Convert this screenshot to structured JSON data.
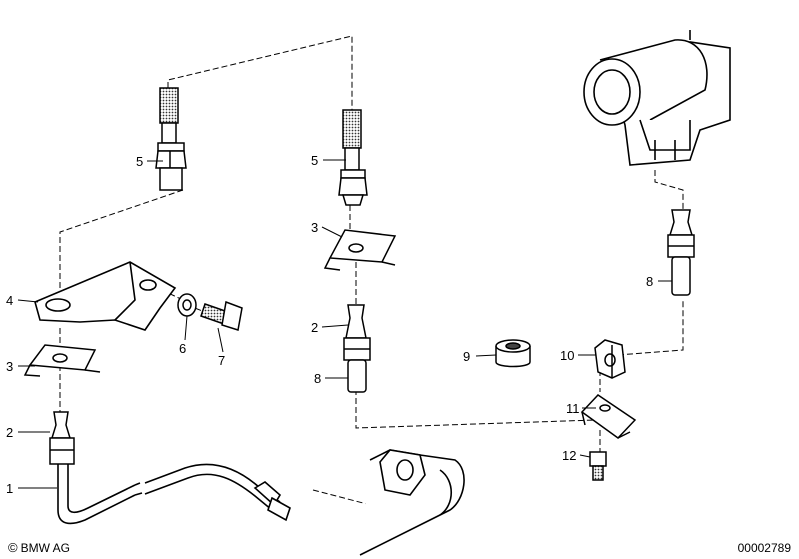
{
  "callouts": [
    {
      "id": "c1",
      "text": "1"
    },
    {
      "id": "c2a",
      "text": "2"
    },
    {
      "id": "c2b",
      "text": "2"
    },
    {
      "id": "c3a",
      "text": "3"
    },
    {
      "id": "c3b",
      "text": "3"
    },
    {
      "id": "c4",
      "text": "4"
    },
    {
      "id": "c5a",
      "text": "5"
    },
    {
      "id": "c5b",
      "text": "5"
    },
    {
      "id": "c6",
      "text": "6"
    },
    {
      "id": "c7",
      "text": "7"
    },
    {
      "id": "c8a",
      "text": "8"
    },
    {
      "id": "c8b",
      "text": "8"
    },
    {
      "id": "c9",
      "text": "9"
    },
    {
      "id": "c10",
      "text": "10"
    },
    {
      "id": "c11",
      "text": "11"
    },
    {
      "id": "c12",
      "text": "12"
    }
  ],
  "footer": {
    "copyright_symbol": "©",
    "brand": "BMW AG",
    "part_number": "00002789"
  },
  "colors": {
    "line": "#000000",
    "background": "#ffffff",
    "shade": "#444444"
  }
}
